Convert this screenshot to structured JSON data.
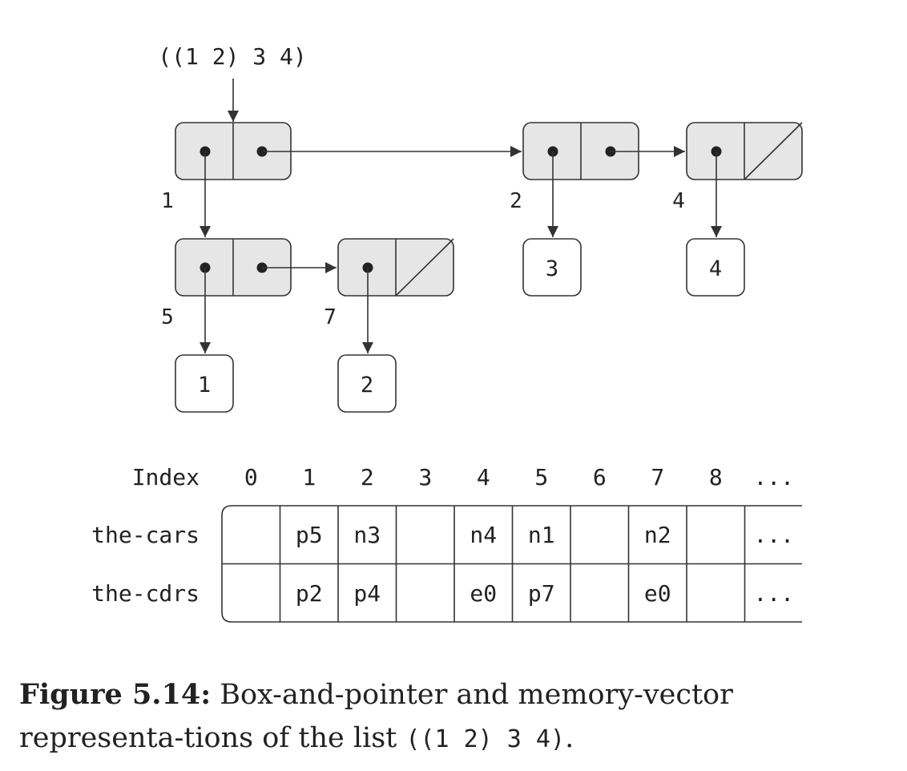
{
  "list_label": "((1 2) 3 4)",
  "cells": [
    {
      "id": "1",
      "label": "1",
      "cdr": "pointer"
    },
    {
      "id": "2",
      "label": "2",
      "cdr": "pointer"
    },
    {
      "id": "4",
      "label": "4",
      "cdr": "null"
    },
    {
      "id": "5",
      "label": "5",
      "cdr": "pointer"
    },
    {
      "id": "7",
      "label": "7",
      "cdr": "null"
    }
  ],
  "atoms": [
    {
      "id": "a3",
      "value": "3"
    },
    {
      "id": "a4",
      "value": "4"
    },
    {
      "id": "a1",
      "value": "1"
    },
    {
      "id": "a2",
      "value": "2"
    }
  ],
  "memory_table": {
    "index_label": "Index",
    "indices": [
      "0",
      "1",
      "2",
      "3",
      "4",
      "5",
      "6",
      "7",
      "8",
      "..."
    ],
    "rows": [
      {
        "name": "the-cars",
        "values": [
          "",
          "p5",
          "n3",
          "",
          "n4",
          "n1",
          "",
          "n2",
          "",
          "..."
        ]
      },
      {
        "name": "the-cdrs",
        "values": [
          "",
          "p2",
          "p4",
          "",
          "e0",
          "p7",
          "",
          "e0",
          "",
          "..."
        ]
      }
    ]
  },
  "caption": {
    "label": "Figure 5.14:",
    "text": " Box-and-pointer and memory-vector representa-tions of the list ",
    "code": "((1 2) 3 4)",
    "end": "."
  }
}
